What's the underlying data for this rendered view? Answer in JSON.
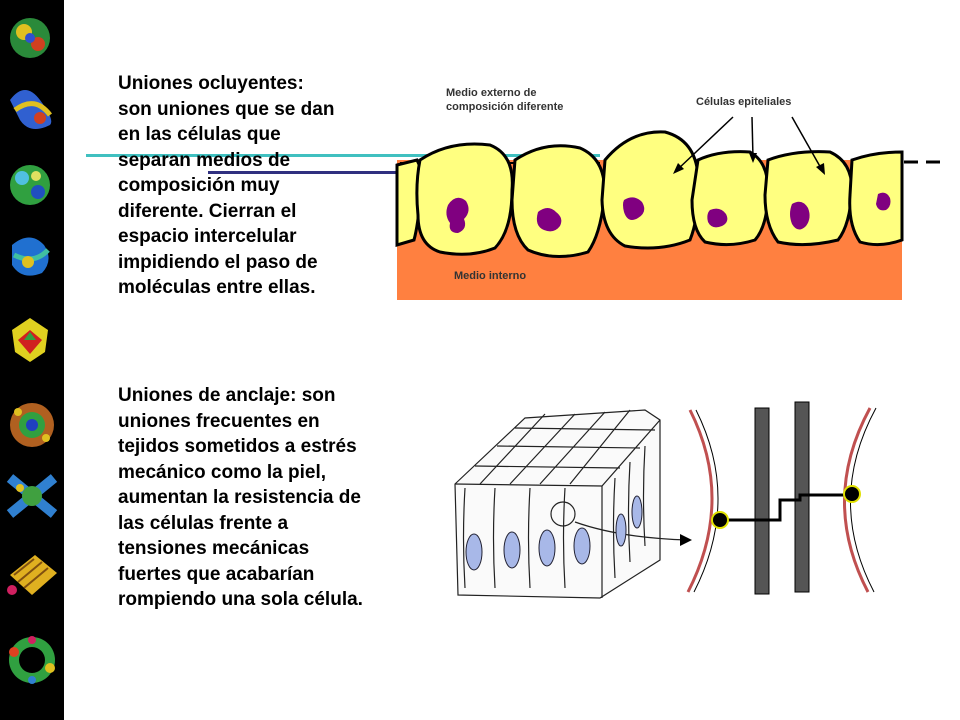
{
  "slide": {
    "tight_paragraph": {
      "lines": [
        "Uniones ocluyentes:",
        "son uniones que se dan",
        "en las células que",
        "separan medios de",
        "composición muy",
        "diferente. Cierran el",
        "espacio intercelular",
        "impidiendo el paso de",
        "moléculas entre ellas."
      ]
    },
    "anchor_paragraph": {
      "lines": [
        "Uniones de anclaje: son",
        "uniones frecuentes en",
        "tejidos sometidos a estrés",
        "mecánico como la piel,",
        "aumentan la resistencia de",
        "las células frente a",
        "tensiones mecánicas",
        "fuertes que acabarían",
        "rompiendo una sola célula."
      ]
    },
    "tight_diagram": {
      "external_label_line1": "Medio externo  de",
      "external_label_line2": "composición diferente",
      "cells_label": "Células epiteliales",
      "internal_label": "Medio interno"
    }
  },
  "colors": {
    "sidebar": "#000000",
    "cell_fill": "#ffff80",
    "internal_medium": "#ff8040",
    "nucleus": "#800080",
    "cyan_line": "#40c0c0",
    "navy_line": "#303080"
  }
}
